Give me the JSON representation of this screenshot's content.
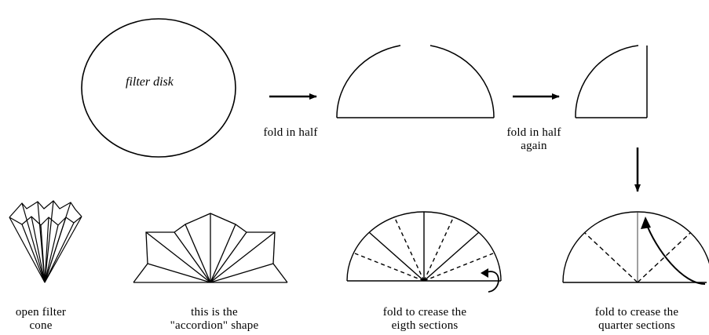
{
  "steps": [
    {
      "id": "disk",
      "lines": [
        "filter disk"
      ]
    },
    {
      "id": "fold-half",
      "lines": [
        "fold in half"
      ]
    },
    {
      "id": "fold-half-again",
      "lines": [
        "fold in half",
        "again"
      ]
    },
    {
      "id": "quarter",
      "lines": [
        "fold to crease the",
        "quarter sections"
      ]
    },
    {
      "id": "eighth",
      "lines": [
        "fold to crease the",
        "eigth sections"
      ]
    },
    {
      "id": "accordion",
      "lines": [
        "this is the",
        "\"accordion\" shape"
      ]
    },
    {
      "id": "cone",
      "lines": [
        "open filter",
        "cone"
      ]
    }
  ]
}
